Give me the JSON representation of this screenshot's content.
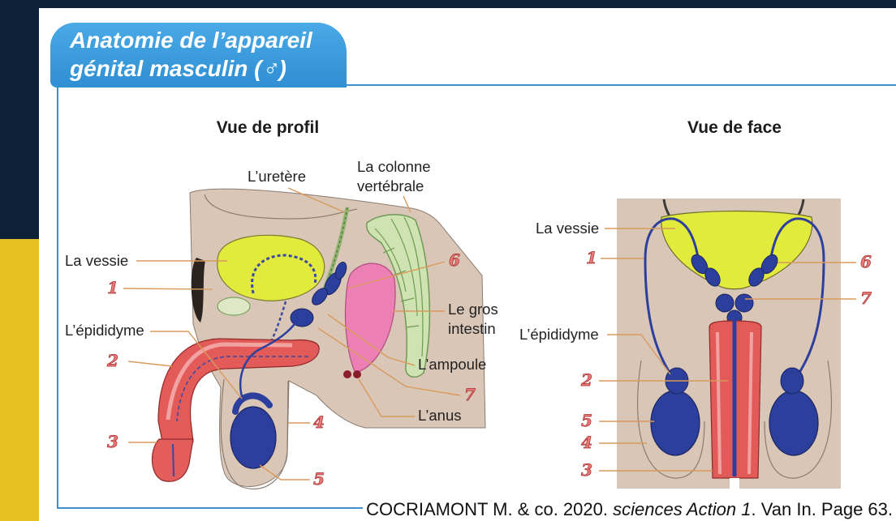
{
  "title": {
    "line1": "Anatomie de l’appareil",
    "line2": "génital masculin (♂)"
  },
  "profile": {
    "heading": "Vue de profil",
    "labels": {
      "ureter": "L’uretère",
      "colonne_line1": "La colonne",
      "colonne_line2": "vertébrale",
      "vessie": "La vessie",
      "epididyme": "L’épididyme",
      "gros_intestin_line1": "Le gros",
      "gros_intestin_line2": "intestin",
      "ampoule": "L’ampoule",
      "anus": "L’anus"
    },
    "numbers": [
      "1",
      "2",
      "3",
      "4",
      "5",
      "6",
      "7"
    ]
  },
  "face": {
    "heading": "Vue de face",
    "labels": {
      "vessie": "La vessie",
      "epididyme": "L’épididyme"
    },
    "numbers": [
      "1",
      "2",
      "3",
      "4",
      "5",
      "6",
      "7"
    ]
  },
  "caption": {
    "prefix": "COCRIAMONT M. & co. 2020. ",
    "italic": "sciences Action 1",
    "suffix": ". Van In. Page 63."
  },
  "colors": {
    "background_navy": "#0e2139",
    "accent_yellow": "#e5c120",
    "title_tab_blue": "#2f8fd3",
    "frame_blue": "#3d8fd0",
    "number_red": "#e77a78"
  }
}
